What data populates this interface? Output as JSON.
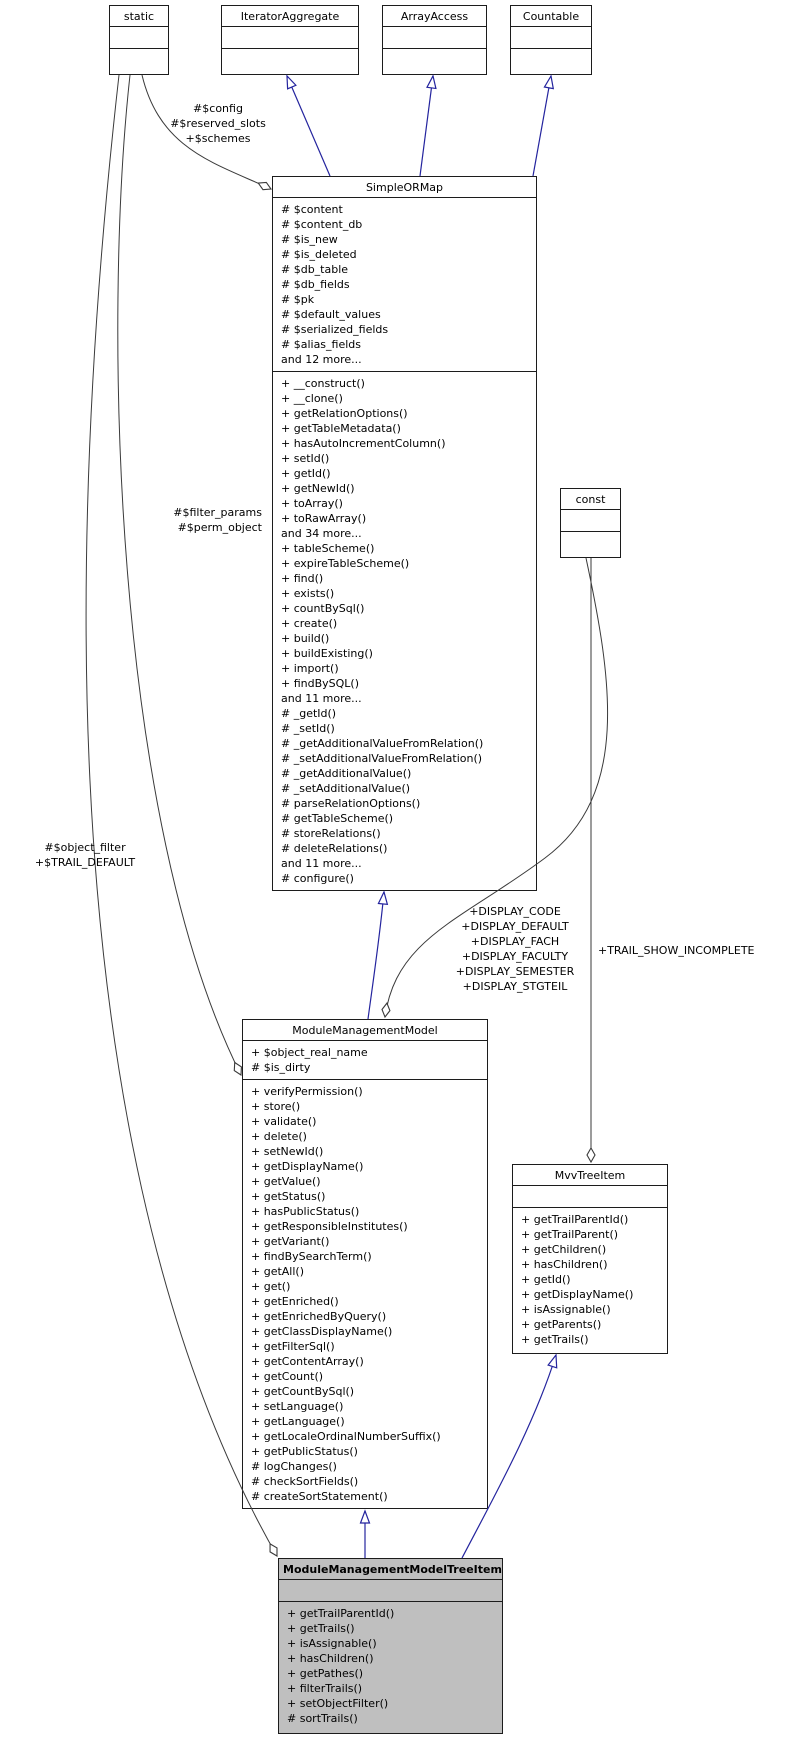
{
  "diagram": {
    "type": "uml-class-collaboration-graph",
    "colors": {
      "inheritance_edge": "#24249E",
      "aggregation_edge": "#3a3a3a",
      "box_border": "#1c1c1c",
      "box_fill": "#ffffff",
      "highlight_fill": "#bfbfbf",
      "text": "#000000"
    },
    "classes": {
      "static": {
        "title": "static"
      },
      "iterator_aggregate": {
        "title": "IteratorAggregate"
      },
      "array_access": {
        "title": "ArrayAccess"
      },
      "countable": {
        "title": "Countable"
      },
      "const": {
        "title": "const"
      },
      "simple_or_map": {
        "title": "SimpleORMap",
        "attributes": [
          "# $content",
          "# $content_db",
          "# $is_new",
          "# $is_deleted",
          "# $db_table",
          "# $db_fields",
          "# $pk",
          "# $default_values",
          "# $serialized_fields",
          "# $alias_fields",
          "and 12 more..."
        ],
        "methods": [
          "+ __construct()",
          "+ __clone()",
          "+ getRelationOptions()",
          "+ getTableMetadata()",
          "+ hasAutoIncrementColumn()",
          "+ setId()",
          "+ getId()",
          "+ getNewId()",
          "+ toArray()",
          "+ toRawArray()",
          "and 34 more...",
          "+ tableScheme()",
          "+ expireTableScheme()",
          "+ find()",
          "+ exists()",
          "+ countBySql()",
          "+ create()",
          "+ build()",
          "+ buildExisting()",
          "+ import()",
          "+ findBySQL()",
          "and 11 more...",
          "# _getId()",
          "# _setId()",
          "# _getAdditionalValueFromRelation()",
          "# _setAdditionalValueFromRelation()",
          "# _getAdditionalValue()",
          "# _setAdditionalValue()",
          "# parseRelationOptions()",
          "# getTableScheme()",
          "# storeRelations()",
          "# deleteRelations()",
          "and 11 more...",
          "# configure()"
        ]
      },
      "module_management_model": {
        "title": "ModuleManagementModel",
        "attributes": [
          "+ $object_real_name",
          "# $is_dirty"
        ],
        "methods": [
          "+ verifyPermission()",
          "+ store()",
          "+ validate()",
          "+ delete()",
          "+ setNewId()",
          "+ getDisplayName()",
          "+ getValue()",
          "+ getStatus()",
          "+ hasPublicStatus()",
          "+ getResponsibleInstitutes()",
          "+ getVariant()",
          "+ findBySearchTerm()",
          "+ getAll()",
          "+ get()",
          "+ getEnriched()",
          "+ getEnrichedByQuery()",
          "+ getClassDisplayName()",
          "+ getFilterSql()",
          "+ getContentArray()",
          "+ getCount()",
          "+ getCountBySql()",
          "+ setLanguage()",
          "+ getLanguage()",
          "+ getLocaleOrdinalNumberSuffix()",
          "+ getPublicStatus()",
          "# logChanges()",
          "# checkSortFields()",
          "# createSortStatement()"
        ]
      },
      "mvv_tree_item": {
        "title": "MvvTreeItem",
        "methods": [
          "+ getTrailParentId()",
          "+ getTrailParent()",
          "+ getChildren()",
          "+ hasChildren()",
          "+ getId()",
          "+ getDisplayName()",
          "+ isAssignable()",
          "+ getParents()",
          "+ getTrails()"
        ]
      },
      "module_management_model_tree_item": {
        "title": "ModuleManagementModelTreeItem",
        "methods": [
          "+ getTrailParentId()",
          "+ getTrails()",
          "+ isAssignable()",
          "+ hasChildren()",
          "+ getPathes()",
          "+ filterTrails()",
          "+ setObjectFilter()",
          "# sortTrails()"
        ]
      }
    },
    "edge_labels": {
      "static_to_simple_or_map": [
        "#$config",
        "#$reserved_slots",
        "+$schemes"
      ],
      "static_to_module_management_model": [
        "#$filter_params",
        "#$perm_object"
      ],
      "static_to_tree_item": [
        "#$object_filter",
        "+$TRAIL_DEFAULT"
      ],
      "const_to_module_management_model": [
        "+DISPLAY_CODE",
        "+DISPLAY_DEFAULT",
        "+DISPLAY_FACH",
        "+DISPLAY_FACULTY",
        "+DISPLAY_SEMESTER",
        "+DISPLAY_STGTEIL"
      ],
      "const_to_mvv_tree_item": [
        "+TRAIL_SHOW_INCOMPLETE"
      ]
    }
  }
}
